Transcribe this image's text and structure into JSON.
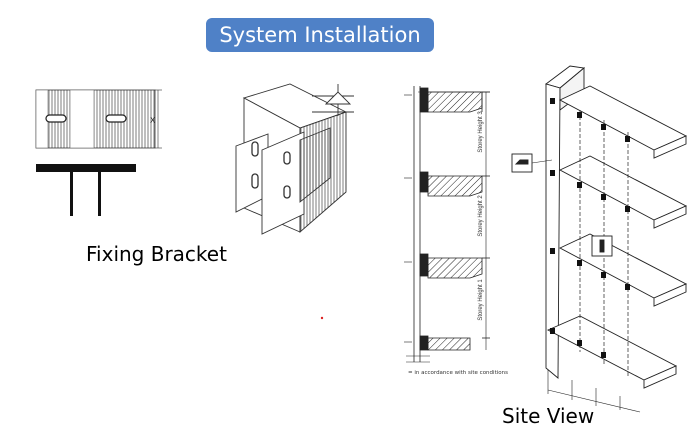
{
  "header": {
    "title": "System Installation"
  },
  "captions": {
    "fixing_bracket": "Fixing Bracket",
    "site_view": "Site View"
  },
  "section_drawing": {
    "storey_labels": [
      "Storey Height 3",
      "Storey Height 2",
      "Storey Height 1"
    ],
    "note": "= in accordance with site conditions"
  },
  "bracket_drawing": {
    "dimension_label": "X"
  },
  "colors": {
    "title_bg": "#4f81c7",
    "title_text": "#ffffff",
    "line": "#1a1a1a"
  }
}
